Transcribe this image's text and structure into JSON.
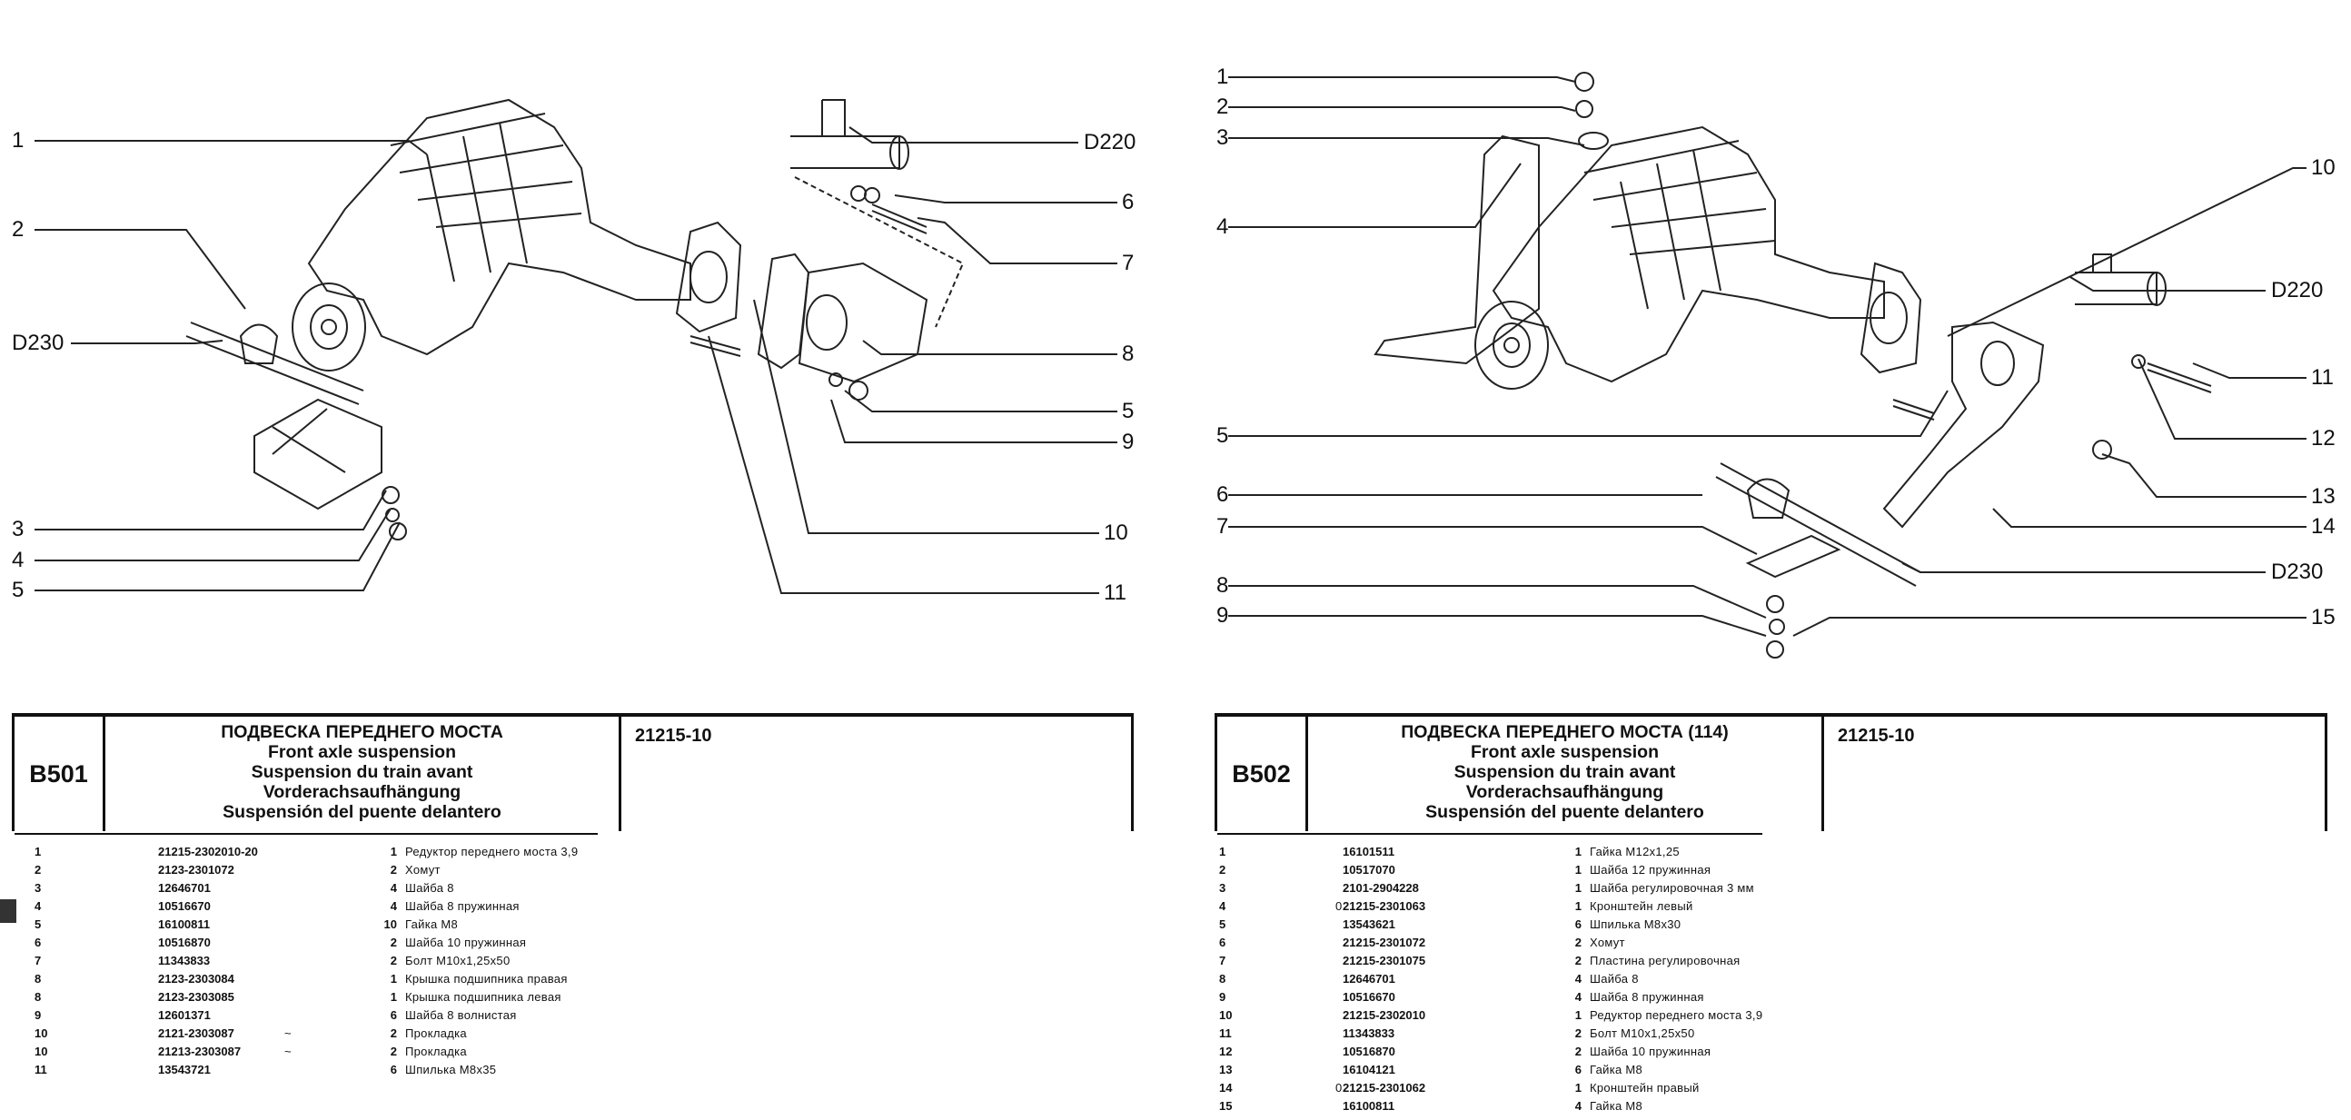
{
  "left": {
    "code": "B501",
    "titles": [
      "ПОДВЕСКА ПЕРЕДНЕГО МОСТА",
      "Front axle suspension",
      "Suspension du train avant",
      "Vorderachsaufhängung",
      "Suspensión del puente delantero"
    ],
    "model": "21215-10",
    "callouts": [
      "1",
      "2",
      "D230",
      "3",
      "4",
      "5",
      "D220",
      "6",
      "7",
      "8",
      "5",
      "9",
      "10",
      "11"
    ],
    "parts": [
      {
        "pos": "1",
        "flag": "",
        "num": "21215-2302010-20",
        "mark": "",
        "qty": "1",
        "desc": "Редуктор переднего моста 3,9"
      },
      {
        "pos": "2",
        "flag": "",
        "num": "2123-2301072",
        "mark": "",
        "qty": "2",
        "desc": "Хомут"
      },
      {
        "pos": "3",
        "flag": "",
        "num": "12646701",
        "mark": "",
        "qty": "4",
        "desc": "Шайба 8"
      },
      {
        "pos": "4",
        "flag": "",
        "num": "10516670",
        "mark": "",
        "qty": "4",
        "desc": "Шайба 8 пружинная"
      },
      {
        "pos": "5",
        "flag": "",
        "num": "16100811",
        "mark": "",
        "qty": "10",
        "desc": "Гайка М8"
      },
      {
        "pos": "6",
        "flag": "",
        "num": "10516870",
        "mark": "",
        "qty": "2",
        "desc": "Шайба 10 пружинная"
      },
      {
        "pos": "7",
        "flag": "",
        "num": "11343833",
        "mark": "",
        "qty": "2",
        "desc": "Болт М10х1,25х50"
      },
      {
        "pos": "8",
        "flag": "",
        "num": "2123-2303084",
        "mark": "",
        "qty": "1",
        "desc": "Крышка подшипника правая"
      },
      {
        "pos": "8",
        "flag": "",
        "num": "2123-2303085",
        "mark": "",
        "qty": "1",
        "desc": "Крышка подшипника левая"
      },
      {
        "pos": "9",
        "flag": "",
        "num": "12601371",
        "mark": "",
        "qty": "6",
        "desc": "Шайба 8 волнистая"
      },
      {
        "pos": "10",
        "flag": "",
        "num": "2121-2303087",
        "mark": "~",
        "qty": "2",
        "desc": "Прокладка"
      },
      {
        "pos": "10",
        "flag": "",
        "num": "21213-2303087",
        "mark": "~",
        "qty": "2",
        "desc": "Прокладка"
      },
      {
        "pos": "11",
        "flag": "",
        "num": "13543721",
        "mark": "",
        "qty": "6",
        "desc": "Шпилька М8х35"
      }
    ]
  },
  "right": {
    "code": "B502",
    "titles": [
      "ПОДВЕСКА ПЕРЕДНЕГО МОСТА (114)",
      "Front axle suspension",
      "Suspension du train avant",
      "Vorderachsaufhängung",
      "Suspensión del puente delantero"
    ],
    "model": "21215-10",
    "callouts": [
      "1",
      "2",
      "3",
      "4",
      "5",
      "6",
      "7",
      "8",
      "9",
      "10",
      "D220",
      "11",
      "12",
      "13",
      "14",
      "D230",
      "15"
    ],
    "parts": [
      {
        "pos": "1",
        "flag": "",
        "num": "16101511",
        "mark": "",
        "qty": "1",
        "desc": "Гайка М12х1,25"
      },
      {
        "pos": "2",
        "flag": "",
        "num": "10517070",
        "mark": "",
        "qty": "1",
        "desc": "Шайба 12 пружинная"
      },
      {
        "pos": "3",
        "flag": "",
        "num": "2101-2904228",
        "mark": "",
        "qty": "1",
        "desc": "Шайба регулировочная 3 мм"
      },
      {
        "pos": "4",
        "flag": "0",
        "num": "21215-2301063",
        "mark": "",
        "qty": "1",
        "desc": "Кронштейн левый"
      },
      {
        "pos": "5",
        "flag": "",
        "num": "13543621",
        "mark": "",
        "qty": "6",
        "desc": "Шпилька М8х30"
      },
      {
        "pos": "6",
        "flag": "",
        "num": "21215-2301072",
        "mark": "",
        "qty": "2",
        "desc": "Хомут"
      },
      {
        "pos": "7",
        "flag": "",
        "num": "21215-2301075",
        "mark": "",
        "qty": "2",
        "desc": "Пластина регулировочная"
      },
      {
        "pos": "8",
        "flag": "",
        "num": "12646701",
        "mark": "",
        "qty": "4",
        "desc": "Шайба 8"
      },
      {
        "pos": "9",
        "flag": "",
        "num": "10516670",
        "mark": "",
        "qty": "4",
        "desc": "Шайба 8 пружинная"
      },
      {
        "pos": "10",
        "flag": "",
        "num": "21215-2302010",
        "mark": "",
        "qty": "1",
        "desc": "Редуктор переднего моста 3,9"
      },
      {
        "pos": "11",
        "flag": "",
        "num": "11343833",
        "mark": "",
        "qty": "2",
        "desc": "Болт М10х1,25х50"
      },
      {
        "pos": "12",
        "flag": "",
        "num": "10516870",
        "mark": "",
        "qty": "2",
        "desc": "Шайба 10 пружинная"
      },
      {
        "pos": "13",
        "flag": "",
        "num": "16104121",
        "mark": "",
        "qty": "6",
        "desc": "Гайка М8"
      },
      {
        "pos": "14",
        "flag": "0",
        "num": "21215-2301062",
        "mark": "",
        "qty": "1",
        "desc": "Кронштейн правый"
      },
      {
        "pos": "15",
        "flag": "",
        "num": "16100811",
        "mark": "",
        "qty": "4",
        "desc": "Гайка М8"
      }
    ]
  }
}
